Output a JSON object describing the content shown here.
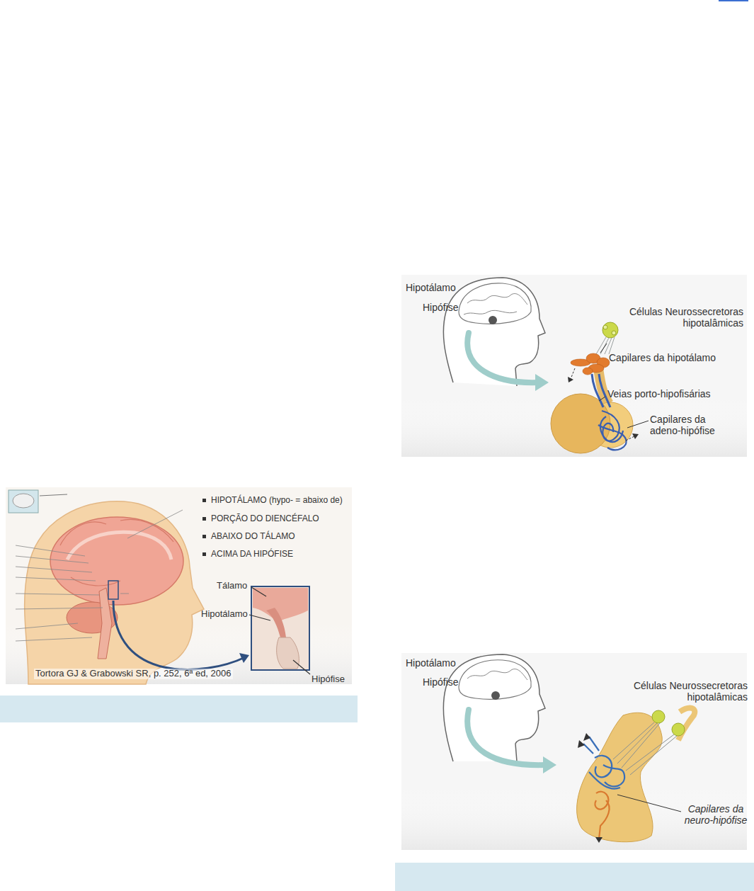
{
  "diagram": {
    "labels": [
      "HIPOTÁLAMO (hypo- = abaixo de)",
      "PORÇÃO DO DIENCÉFALO",
      "ABAIXO DO TÁLAMO",
      "ACIMA DA HIPÓFISE",
      "Tálamo",
      "Hipotálamo",
      "Hipófise",
      "Tortora GJ & Grabowski SR, p. 252, 6ª ed, 2006",
      "Hipotálamo",
      "Hipófise",
      "Células Neurossecretoras hipotalâmicas",
      "Capilares da hipotálamo",
      "Veias porto-hipofisárias",
      "Capilares da adeno-hipófise",
      "Hipotálamo",
      "Hipófise",
      "Células Neurossecretoras hipotalâmicas",
      "Capilares da neuro-hipófise"
    ]
  }
}
